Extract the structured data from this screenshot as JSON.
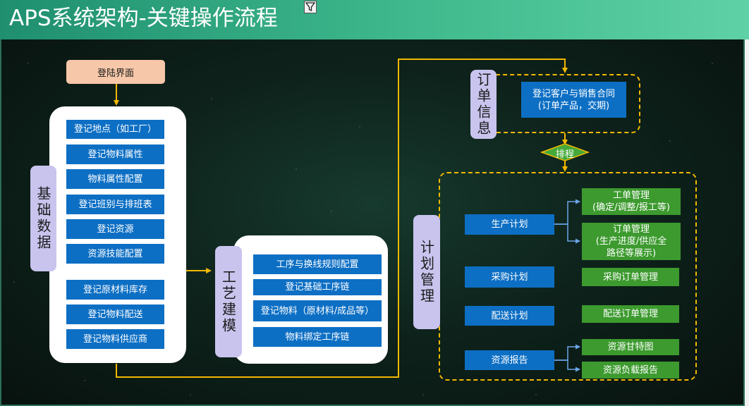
{
  "header": {
    "title": "APS系统架构-关键操作流程"
  },
  "login": {
    "label": "登陆界面"
  },
  "basic": {
    "label": "基础数据",
    "items": [
      "登记地点（如工厂）",
      "登记物料属性",
      "物料属性配置",
      "登记班别与排班表",
      "登记资源",
      "资源技能配置",
      "登记原材料库存",
      "登记物料配送",
      "登记物料供应商"
    ]
  },
  "process": {
    "label": "工艺建模",
    "items": [
      "工序与换线规则配置",
      "登记基础工序链",
      "登记物料（原材料/成品等）",
      "物料绑定工序链"
    ]
  },
  "order": {
    "label": "订单信息",
    "contract": [
      "登记客户与销售合同",
      "(订单产品，交期)"
    ]
  },
  "schedule": {
    "label": "排程"
  },
  "plan": {
    "label": "计划管理",
    "groups": [
      {
        "name": "生产计划",
        "results": [
          [
            "工单管理",
            "(确定/调整/报工等)"
          ],
          [
            "订单管理",
            "(生产进度/供应全",
            "路径等展示)"
          ]
        ]
      },
      {
        "name": "采购计划",
        "results": [
          [
            "采购订单管理"
          ]
        ]
      },
      {
        "name": "配送计划",
        "results": [
          [
            "配送订单管理"
          ]
        ]
      },
      {
        "name": "资源报告",
        "results": [
          [
            "资源甘特图"
          ],
          [
            "资源负载报告"
          ]
        ]
      }
    ]
  },
  "colors": {
    "header": "#3fb98d",
    "blue": "#0d6fc4",
    "green": "#3c9a2e",
    "connector": "#f2b900",
    "lavender": "#c9c4ee"
  },
  "icons": {
    "filter": "filter-icon"
  }
}
